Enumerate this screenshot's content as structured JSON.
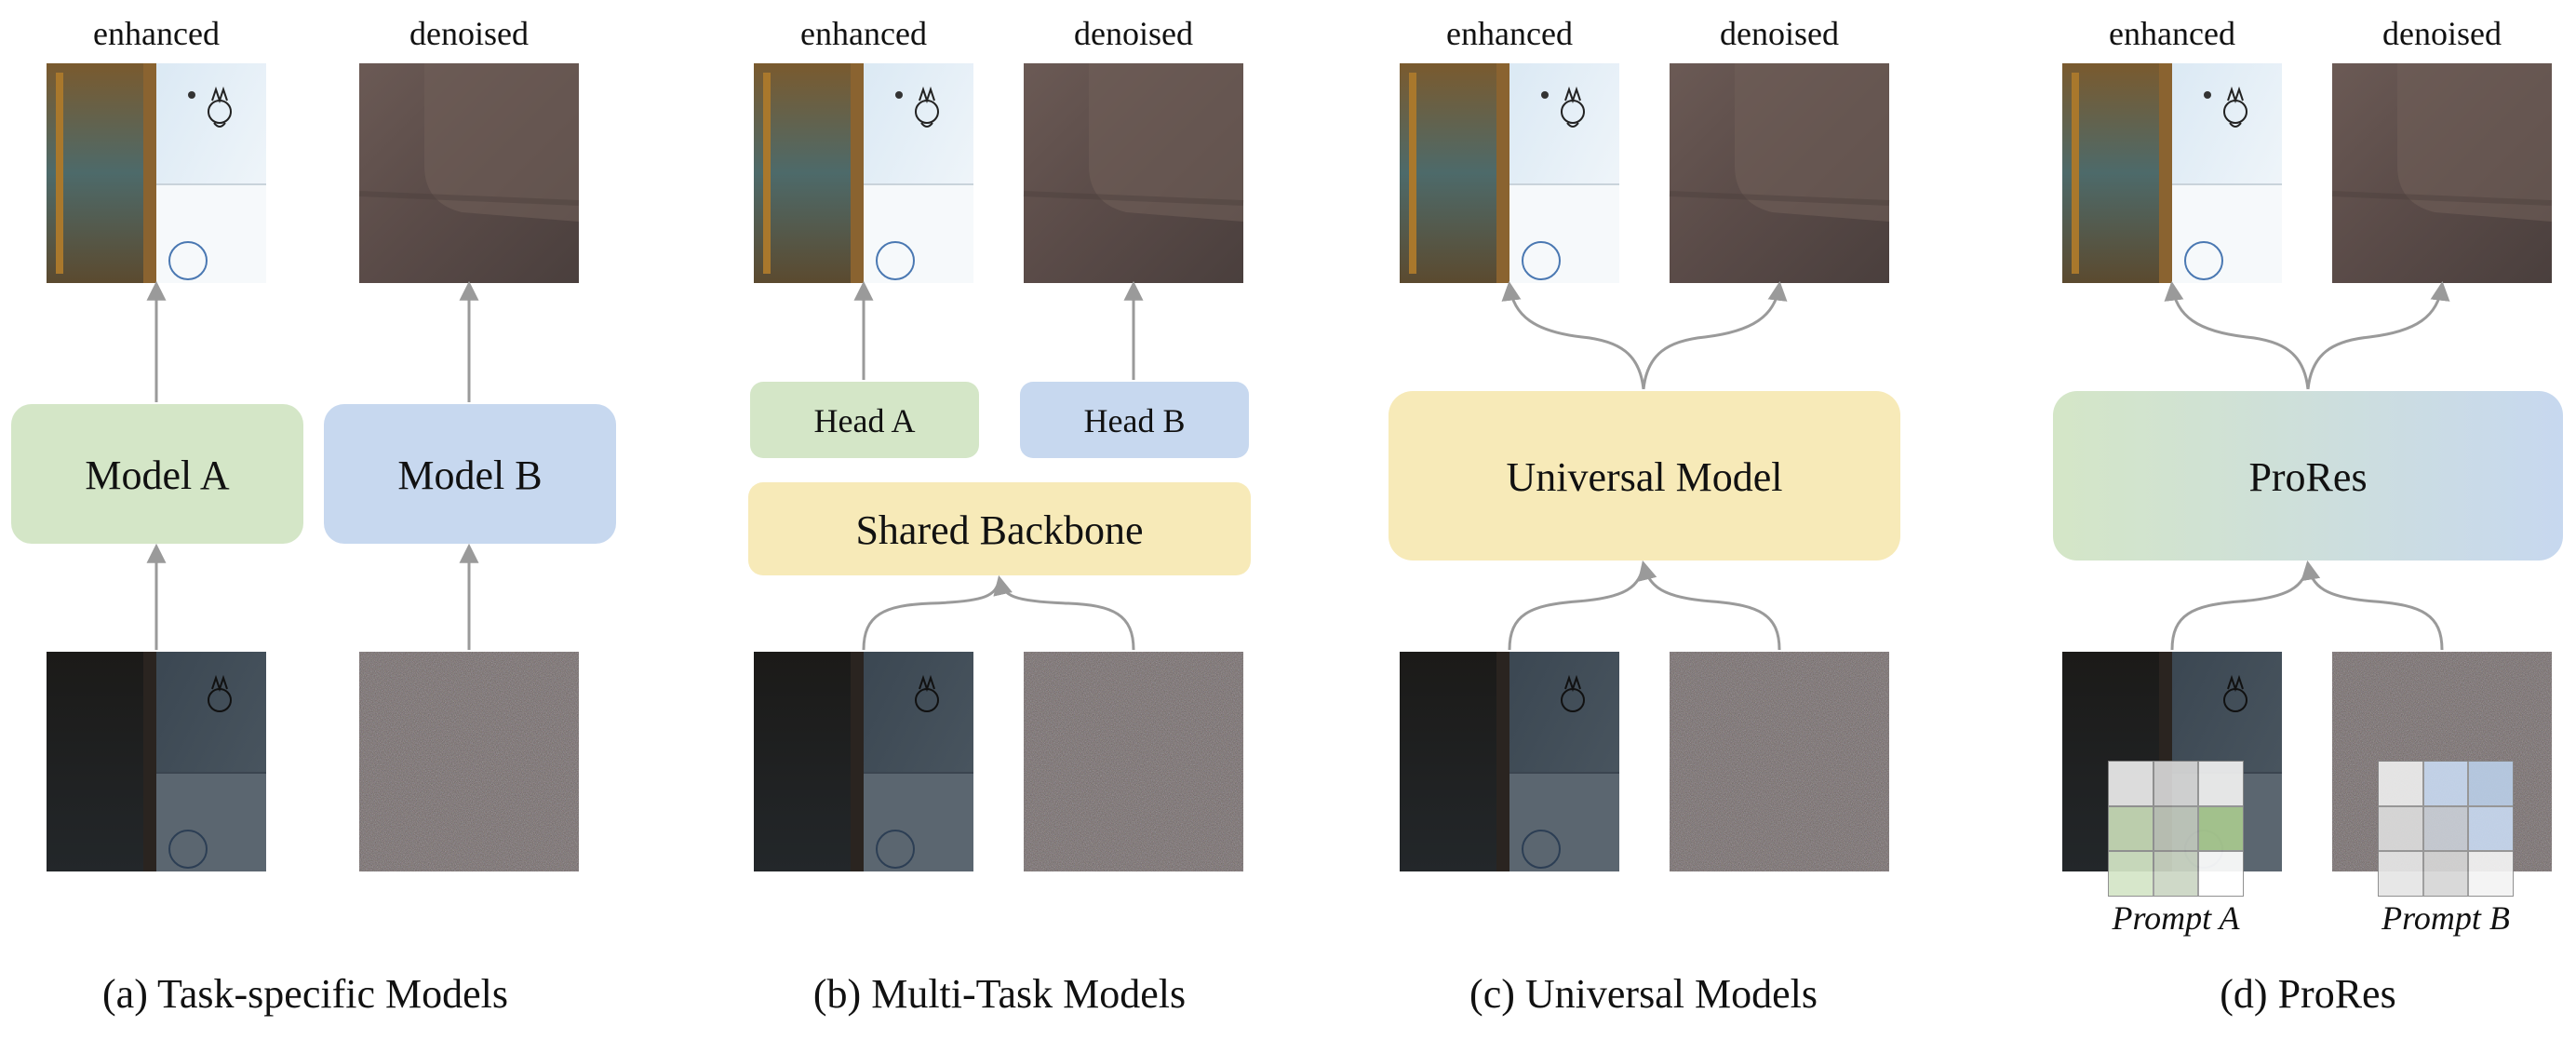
{
  "panels": [
    {
      "caption": "(a) Task-specific Models",
      "top_labels": [
        "enhanced",
        "denoised"
      ],
      "model_a": "Model A",
      "model_b": "Model B"
    },
    {
      "caption": "(b) Multi-Task Models",
      "top_labels": [
        "enhanced",
        "denoised"
      ],
      "head_a": "Head A",
      "head_b": "Head B",
      "backbone": "Shared Backbone"
    },
    {
      "caption": "(c) Universal Models",
      "top_labels": [
        "enhanced",
        "denoised"
      ],
      "model": "Universal Model"
    },
    {
      "caption": "(d) ProRes",
      "top_labels": [
        "enhanced",
        "denoised"
      ],
      "model": "ProRes",
      "prompt_a": "Prompt A",
      "prompt_b": "Prompt B"
    }
  ],
  "colors": {
    "green_box": "#d4e6c7",
    "blue_box": "#c7d8ef",
    "yellow_box": "#f7eab8",
    "arrow": "#9a9a9a"
  }
}
